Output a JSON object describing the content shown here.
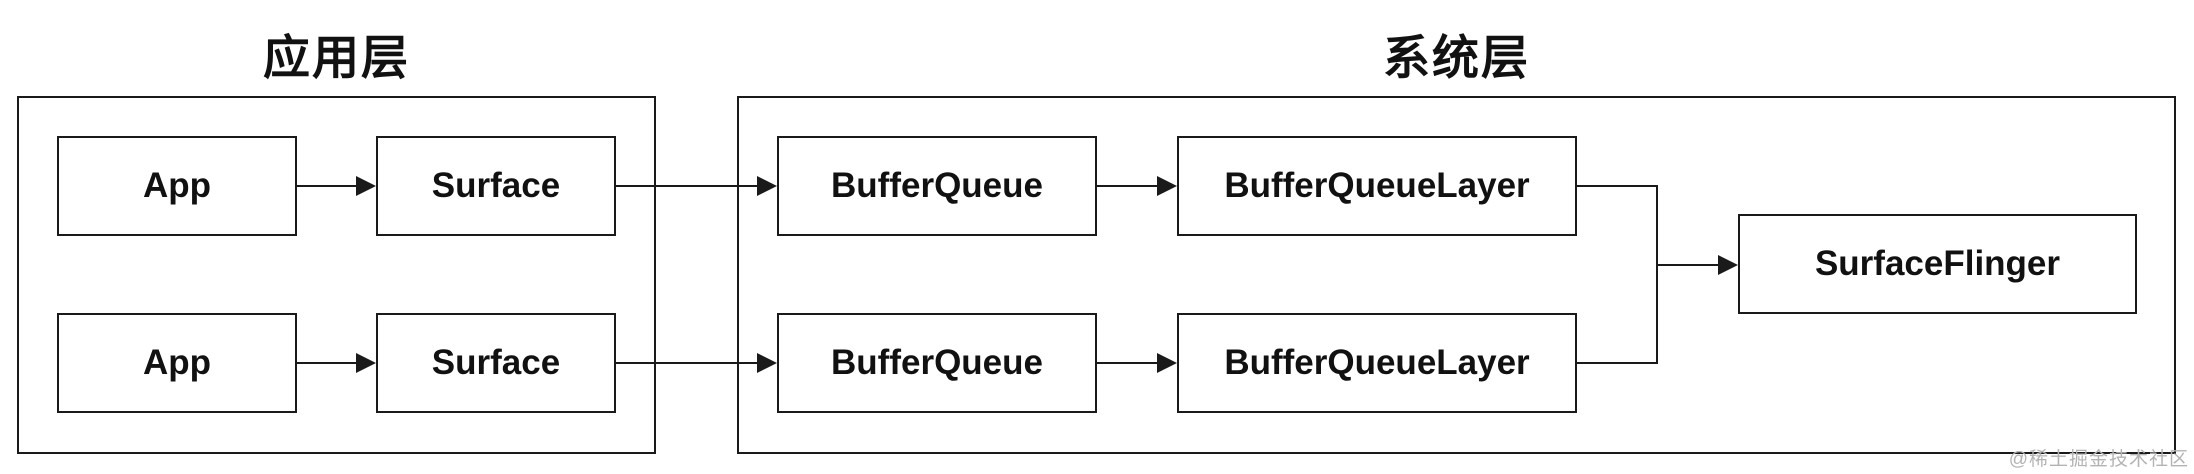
{
  "layers": {
    "app": {
      "title": "应用层"
    },
    "system": {
      "title": "系统层"
    }
  },
  "nodes": {
    "app_row1": "App",
    "surface_row1": "Surface",
    "app_row2": "App",
    "surface_row2": "Surface",
    "bufferqueue_row1": "BufferQueue",
    "bufferqueuelayer_row1": "BufferQueueLayer",
    "bufferqueue_row2": "BufferQueue",
    "bufferqueuelayer_row2": "BufferQueueLayer",
    "surfaceflinger": "SurfaceFlinger"
  },
  "edges": [
    {
      "from": "app_row1",
      "to": "surface_row1",
      "arrow": true
    },
    {
      "from": "app_row2",
      "to": "surface_row2",
      "arrow": true
    },
    {
      "from": "surface_row1",
      "to": "bufferqueue_row1",
      "arrow": true
    },
    {
      "from": "surface_row2",
      "to": "bufferqueue_row2",
      "arrow": true
    },
    {
      "from": "bufferqueue_row1",
      "to": "bufferqueuelayer_row1",
      "arrow": true
    },
    {
      "from": "bufferqueue_row2",
      "to": "bufferqueuelayer_row2",
      "arrow": true
    },
    {
      "from": "bufferqueuelayer_row1",
      "to": "surfaceflinger",
      "arrow": true
    },
    {
      "from": "bufferqueuelayer_row2",
      "to": "surfaceflinger",
      "arrow": true
    }
  ],
  "watermark": "@稀土掘金技术社区",
  "colors": {
    "line": "#1a1a1a",
    "box_background": "#ffffff",
    "text": "#111111",
    "watermark": "#b3b3b3",
    "page_background": "#ffffff"
  }
}
